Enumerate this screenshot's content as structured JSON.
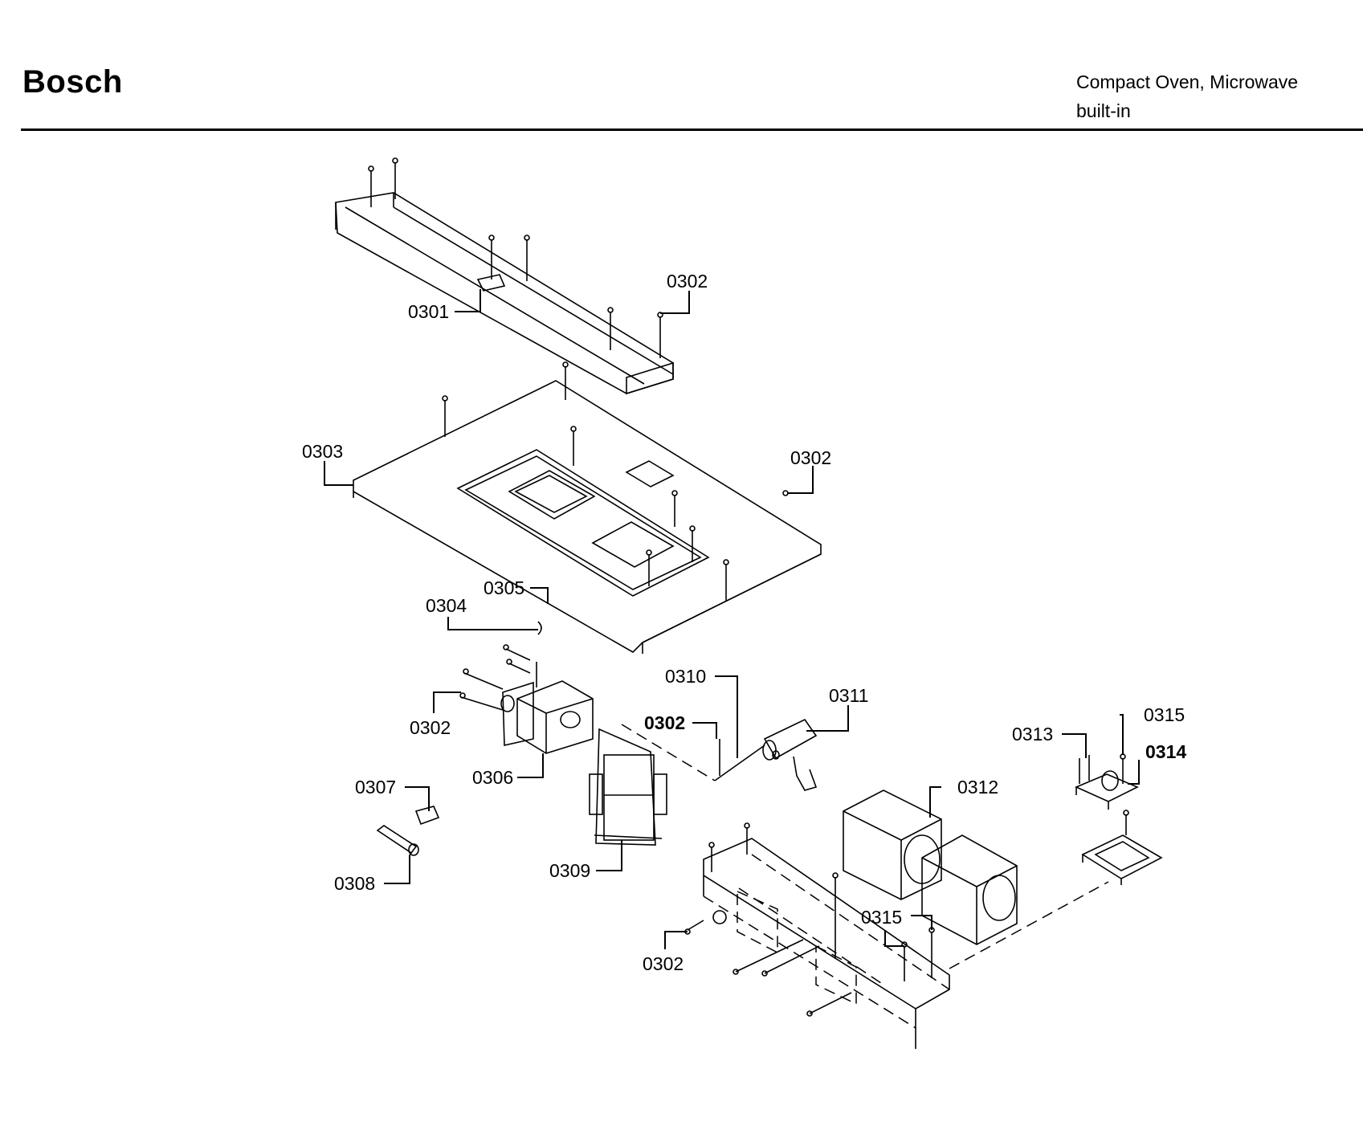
{
  "header": {
    "brand": "Bosch",
    "subtitle_line1": "Compact Oven, Microwave",
    "subtitle_line2": "built-in"
  },
  "parts": [
    {
      "id": "p0301",
      "label": "0301"
    },
    {
      "id": "p0302a",
      "label": "0302"
    },
    {
      "id": "p0303",
      "label": "0303"
    },
    {
      "id": "p0302b",
      "label": "0302"
    },
    {
      "id": "p0305",
      "label": "0305"
    },
    {
      "id": "p0304",
      "label": "0304"
    },
    {
      "id": "p0302c",
      "label": "0302"
    },
    {
      "id": "p0306",
      "label": "0306"
    },
    {
      "id": "p0310",
      "label": "0310"
    },
    {
      "id": "p0302d",
      "label": "0302"
    },
    {
      "id": "p0311",
      "label": "0311"
    },
    {
      "id": "p0315a",
      "label": "0315"
    },
    {
      "id": "p0313",
      "label": "0313"
    },
    {
      "id": "p0314",
      "label": "0314"
    },
    {
      "id": "p0307",
      "label": "0307"
    },
    {
      "id": "p0308",
      "label": "0308"
    },
    {
      "id": "p0309",
      "label": "0309"
    },
    {
      "id": "p0312",
      "label": "0312"
    },
    {
      "id": "p0315b",
      "label": "0315"
    },
    {
      "id": "p0302e",
      "label": "0302"
    }
  ]
}
